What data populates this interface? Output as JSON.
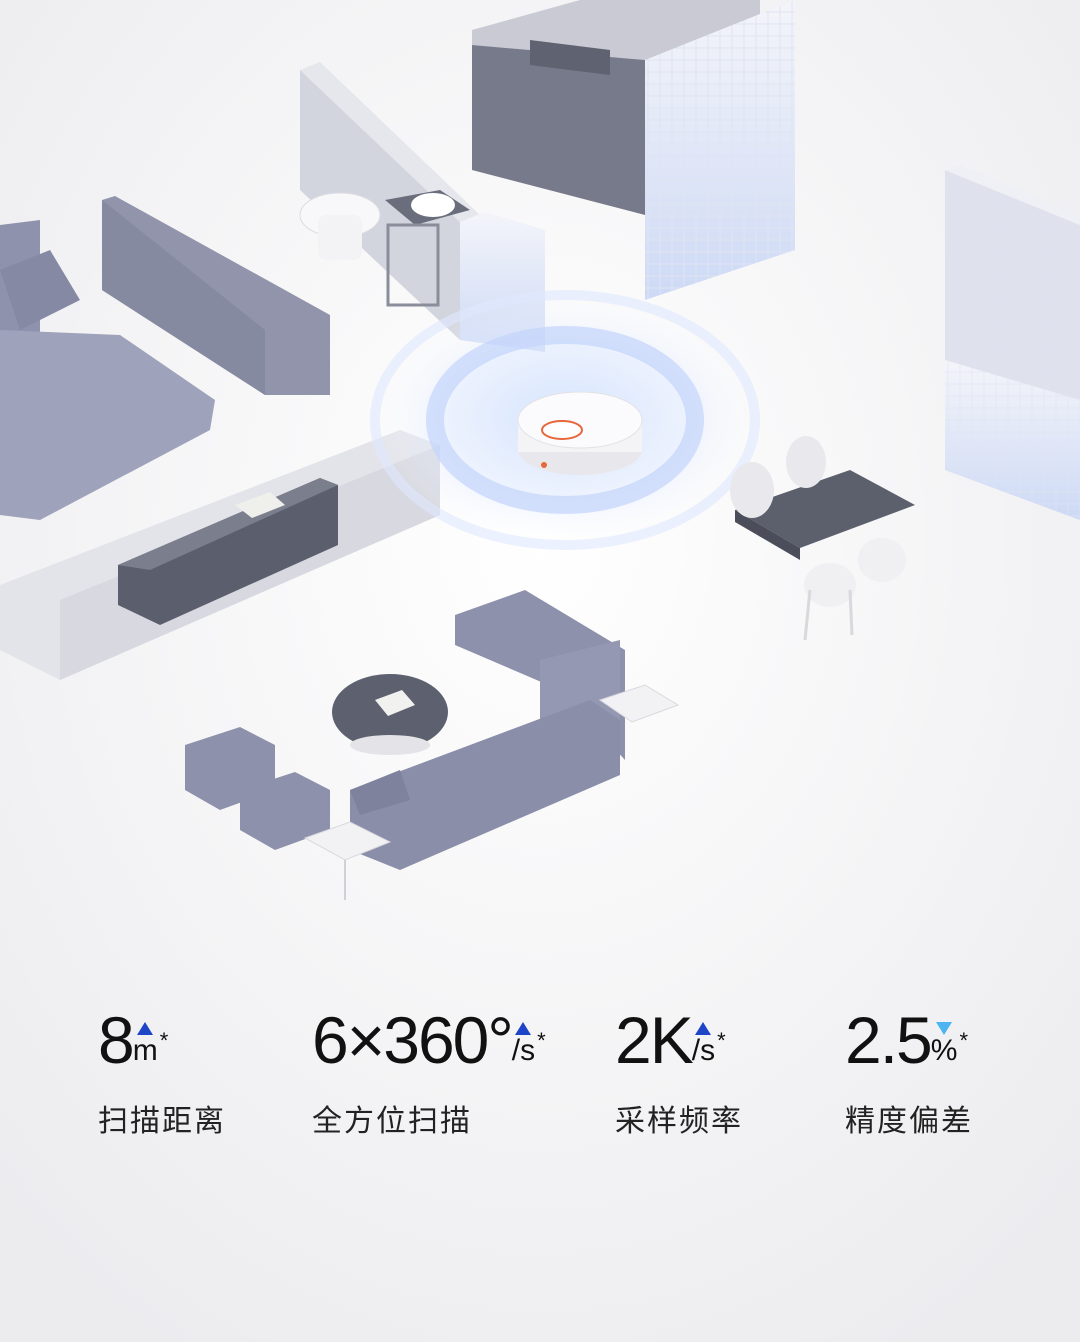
{
  "specs": [
    {
      "value": "8",
      "unit": "m",
      "indicator": "up",
      "mark": "*",
      "label": "扫描距离"
    },
    {
      "value": "6×360°",
      "unit": "/s",
      "indicator": "up",
      "mark": "*",
      "label": "全方位扫描"
    },
    {
      "value": "2K",
      "unit": "/s",
      "indicator": "up",
      "mark": "*",
      "label": "采样频率"
    },
    {
      "value": "2.5",
      "unit": "%",
      "indicator": "down",
      "mark": "*",
      "label": "精度偏差"
    }
  ],
  "colors": {
    "up": "#1e44c8",
    "down": "#4cb4f0",
    "background": "#f3f3f5",
    "furniture": "#8e92ac"
  }
}
